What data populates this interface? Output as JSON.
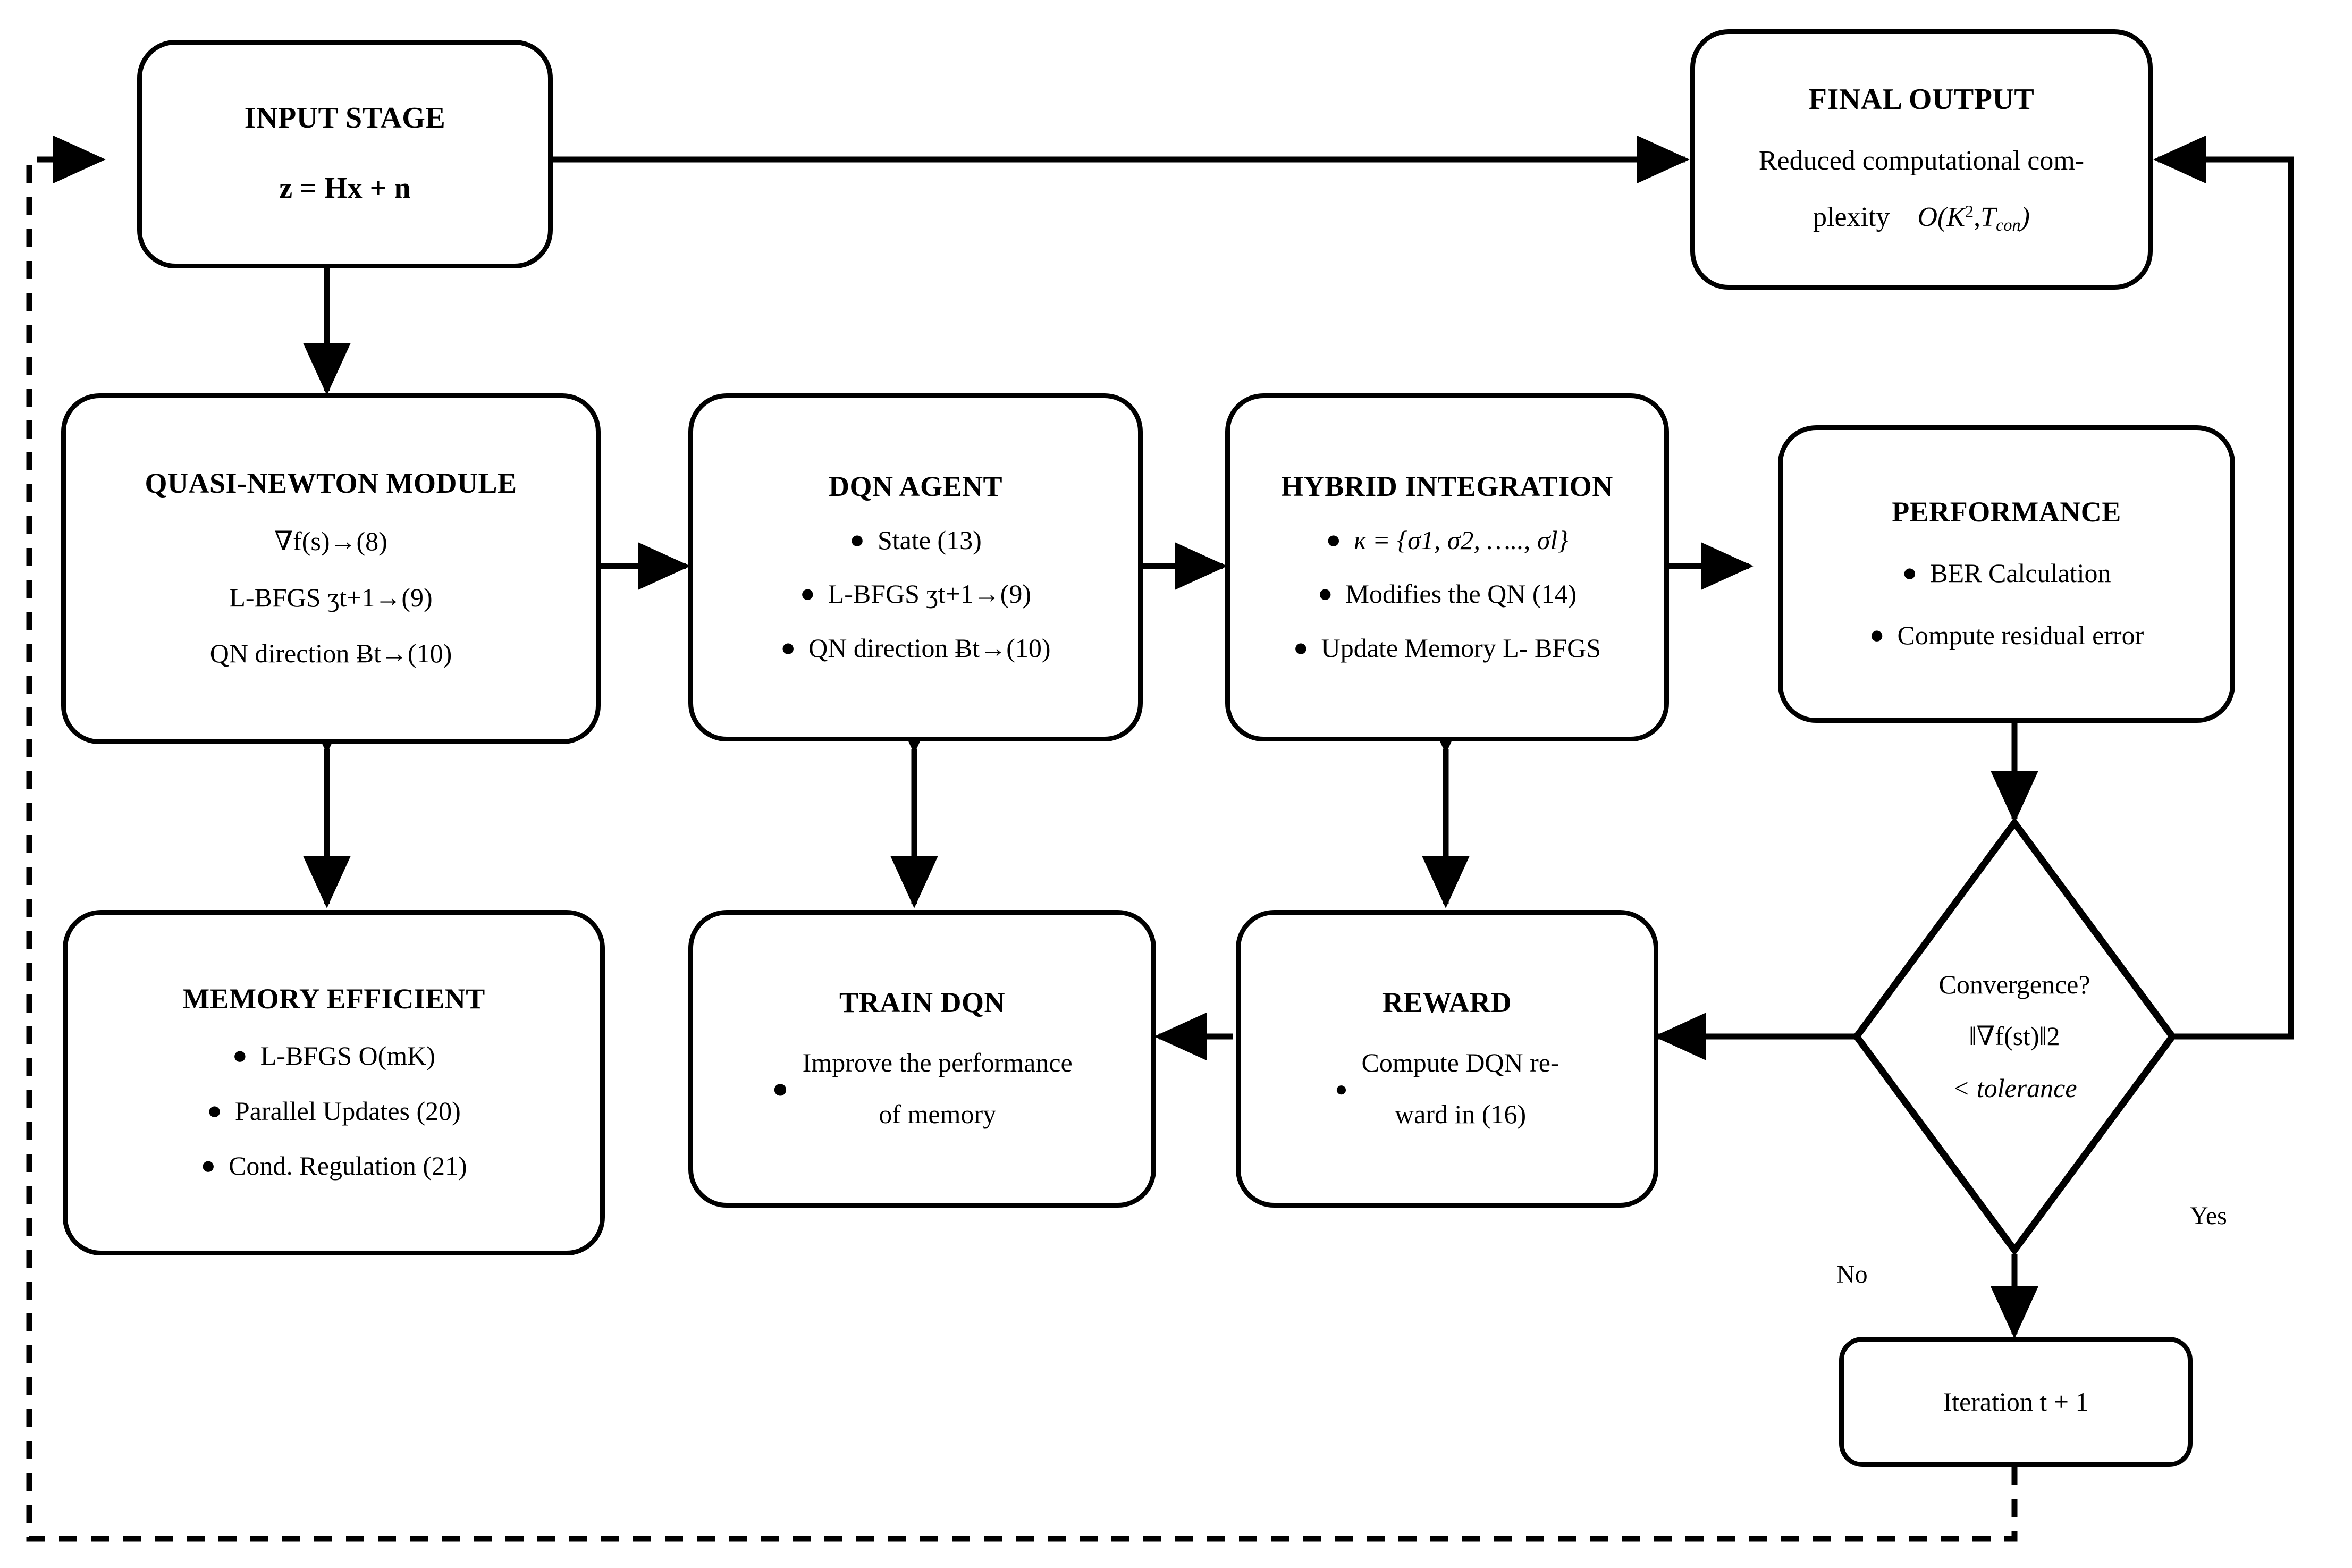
{
  "diagram": {
    "title": "Hybrid Quasi-Newton / DQN MIMO detection flowchart",
    "stroke_color": "#000000",
    "background_color": "#ffffff"
  },
  "nodes": {
    "input_stage": {
      "title": "INPUT STAGE",
      "equation": "z = Hx + n"
    },
    "final_output": {
      "title": "FINAL OUTPUT",
      "line1": "Reduced computational com-",
      "line2_prefix": "plexity",
      "line2_math_O": "O",
      "line2_math_rest_open": "(",
      "line2_math_K": "K",
      "line2_math_K_sup": "2",
      "line2_math_comma": ",",
      "line2_math_T": "T",
      "line2_math_T_sub": "con",
      "line2_math_close": ")"
    },
    "quasi_newton": {
      "title": "QUASI-NEWTON MODULE",
      "line1": "∇f(s)→(8)",
      "line2": "L-BFGS  ʒt+1→(9)",
      "line3": "QN direction  Ƀt→(10)"
    },
    "dqn_agent": {
      "title": "DQN AGENT",
      "bullets": [
        "State (13)",
        "L-BFGS  ʒt+1→(9)",
        "QN direction  Ƀt→(10)"
      ]
    },
    "hybrid_integration": {
      "title": "HYBRID INTEGRATION",
      "bullets": [
        "ĸ = {σ1, σ2, ….., σl}",
        "Modifies the QN (14)",
        "Update Memory L- BFGS"
      ]
    },
    "performance": {
      "title": "PERFORMANCE",
      "bullets": [
        "BER Calculation",
        "Compute residual error"
      ]
    },
    "memory_efficient": {
      "title": "MEMORY EFFICIENT",
      "bullets": [
        "L-BFGS  O(mK)",
        "Parallel Updates (20)",
        "Cond. Regulation (21)"
      ]
    },
    "train_dqn": {
      "title": "TRAIN DQN",
      "bullet_line1": "Improve the performance",
      "bullet_line2": "of memory"
    },
    "reward": {
      "title": "REWARD",
      "bullet_line1": "Compute DQN re-",
      "bullet_line2": "ward in (16)"
    },
    "convergence_decision": {
      "line1": "Convergence?",
      "line2": "‖∇f(st)‖2",
      "line3": "< tolerance"
    },
    "iteration": {
      "text": "Iteration  t + 1"
    }
  },
  "edge_labels": {
    "yes": "Yes",
    "no": "No"
  }
}
